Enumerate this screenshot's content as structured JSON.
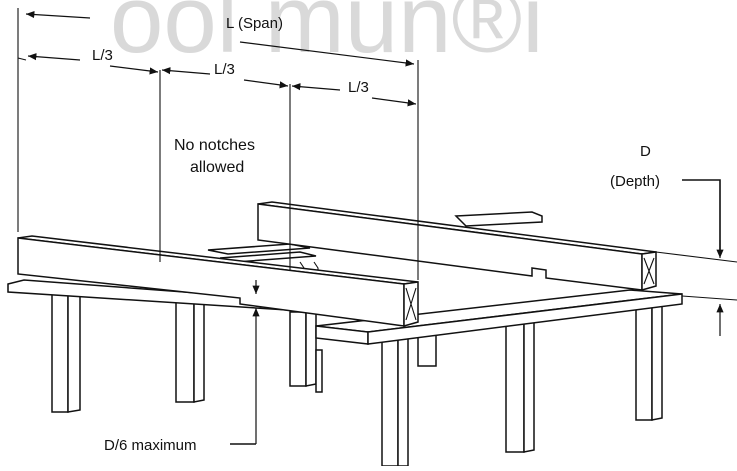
{
  "labels": {
    "span": "L (Span)",
    "third_1": "L/3",
    "third_2": "L/3",
    "third_3": "L/3",
    "no_notches_line1": "No notches",
    "no_notches_line2": "allowed",
    "depth_line1": "D",
    "depth_line2": "(Depth)",
    "max_notch": "D/6 maximum"
  },
  "watermark": "ool mun®i",
  "colors": {
    "line": "#111111",
    "watermark": "#d9d9d9",
    "background": "#ffffff"
  }
}
